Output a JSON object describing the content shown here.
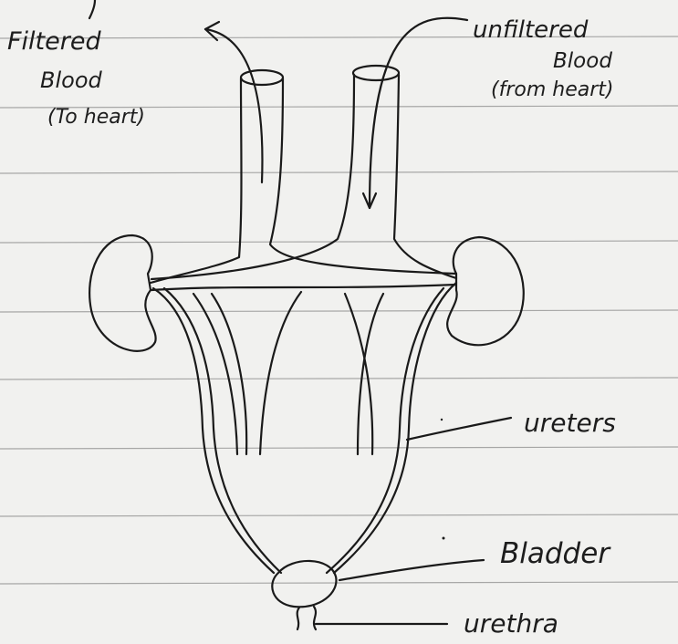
{
  "labels": {
    "filtered_line1": "Filtered",
    "filtered_line2": "Blood",
    "filtered_line3": "(To heart)",
    "unfiltered_line1": "unfiltered",
    "unfiltered_line2": "Blood",
    "unfiltered_line3": "(from heart)",
    "ureters": "ureters",
    "bladder": "Bladder",
    "urethra": "urethra"
  },
  "colors": {
    "paper": "#f1f1ef",
    "ink": "#1a1a1a",
    "ruled_lines": "#6b6b6b"
  }
}
